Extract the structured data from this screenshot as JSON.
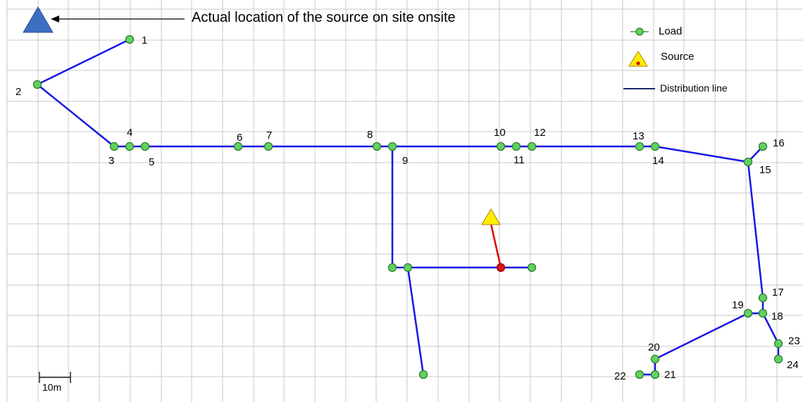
{
  "annotation": {
    "text": "Actual location of the source on site onsite"
  },
  "legend": {
    "load": "Load",
    "source": "Source",
    "line": "Distribution line"
  },
  "scale": {
    "label": "10m"
  },
  "colors": {
    "grid": "#c8c8c8",
    "line": "#1616e6",
    "source_link": "#e00000",
    "load_fill": "#5fd35f",
    "load_stroke": "#2e7d2e",
    "junction_fill": "#e01010",
    "source_fill": "#ffee00",
    "actual_source": "#3d6fc0"
  },
  "nodes": [
    {
      "id": "1",
      "label": "1"
    },
    {
      "id": "2",
      "label": "2"
    },
    {
      "id": "3",
      "label": "3"
    },
    {
      "id": "4",
      "label": "4"
    },
    {
      "id": "5",
      "label": "5"
    },
    {
      "id": "6",
      "label": "6"
    },
    {
      "id": "7",
      "label": "7"
    },
    {
      "id": "8",
      "label": "8"
    },
    {
      "id": "9",
      "label": "9"
    },
    {
      "id": "10",
      "label": "10"
    },
    {
      "id": "11",
      "label": "11"
    },
    {
      "id": "12",
      "label": "12"
    },
    {
      "id": "13",
      "label": "13"
    },
    {
      "id": "14",
      "label": "14"
    },
    {
      "id": "15",
      "label": "15"
    },
    {
      "id": "16",
      "label": "16"
    },
    {
      "id": "17",
      "label": "17"
    },
    {
      "id": "18",
      "label": "18"
    },
    {
      "id": "19",
      "label": "19"
    },
    {
      "id": "20",
      "label": "20"
    },
    {
      "id": "21",
      "label": "21"
    },
    {
      "id": "22",
      "label": "22"
    },
    {
      "id": "23",
      "label": "23"
    },
    {
      "id": "24",
      "label": "24"
    },
    {
      "id": "c1",
      "label": ""
    },
    {
      "id": "c2",
      "label": ""
    },
    {
      "id": "c3",
      "label": ""
    },
    {
      "id": "c4",
      "label": ""
    },
    {
      "id": "junction",
      "label": ""
    }
  ],
  "edges": [
    [
      "1",
      "2"
    ],
    [
      "2",
      "3"
    ],
    [
      "3",
      "4"
    ],
    [
      "4",
      "5"
    ],
    [
      "5",
      "6"
    ],
    [
      "6",
      "7"
    ],
    [
      "7",
      "8"
    ],
    [
      "8",
      "9"
    ],
    [
      "9",
      "10"
    ],
    [
      "10",
      "11"
    ],
    [
      "11",
      "12"
    ],
    [
      "12",
      "13"
    ],
    [
      "13",
      "14"
    ],
    [
      "14",
      "15"
    ],
    [
      "15",
      "16"
    ],
    [
      "15",
      "17"
    ],
    [
      "17",
      "18"
    ],
    [
      "18",
      "19"
    ],
    [
      "18",
      "23"
    ],
    [
      "23",
      "24"
    ],
    [
      "19",
      "20"
    ],
    [
      "20",
      "21"
    ],
    [
      "21",
      "22"
    ],
    [
      "9",
      "c1"
    ],
    [
      "c1",
      "c2"
    ],
    [
      "c2",
      "junction"
    ],
    [
      "junction",
      "c4"
    ],
    [
      "c2",
      "c3"
    ]
  ]
}
